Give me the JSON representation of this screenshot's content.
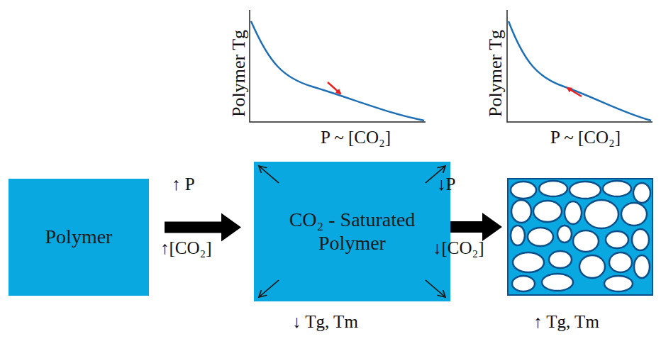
{
  "diagram": {
    "nodes": [
      {
        "text": [
          "Polymer"
        ]
      },
      {
        "text": [
          "CO₂ - Saturated Polymer"
        ]
      }
    ],
    "edges": [
      {
        "from": 0,
        "to": 1,
        "arrow": "to"
      }
    ],
    "labels": [
      "Polymer Tg",
      "P ~ [CO₂]",
      "Polymer Tg",
      "P ~ [CO₂]",
      "↑ P",
      "↑[CO₂]",
      "↓P",
      "↓[CO₂]",
      "↓ Tg, Tm",
      "↑ Tg, Tm"
    ]
  }
}
